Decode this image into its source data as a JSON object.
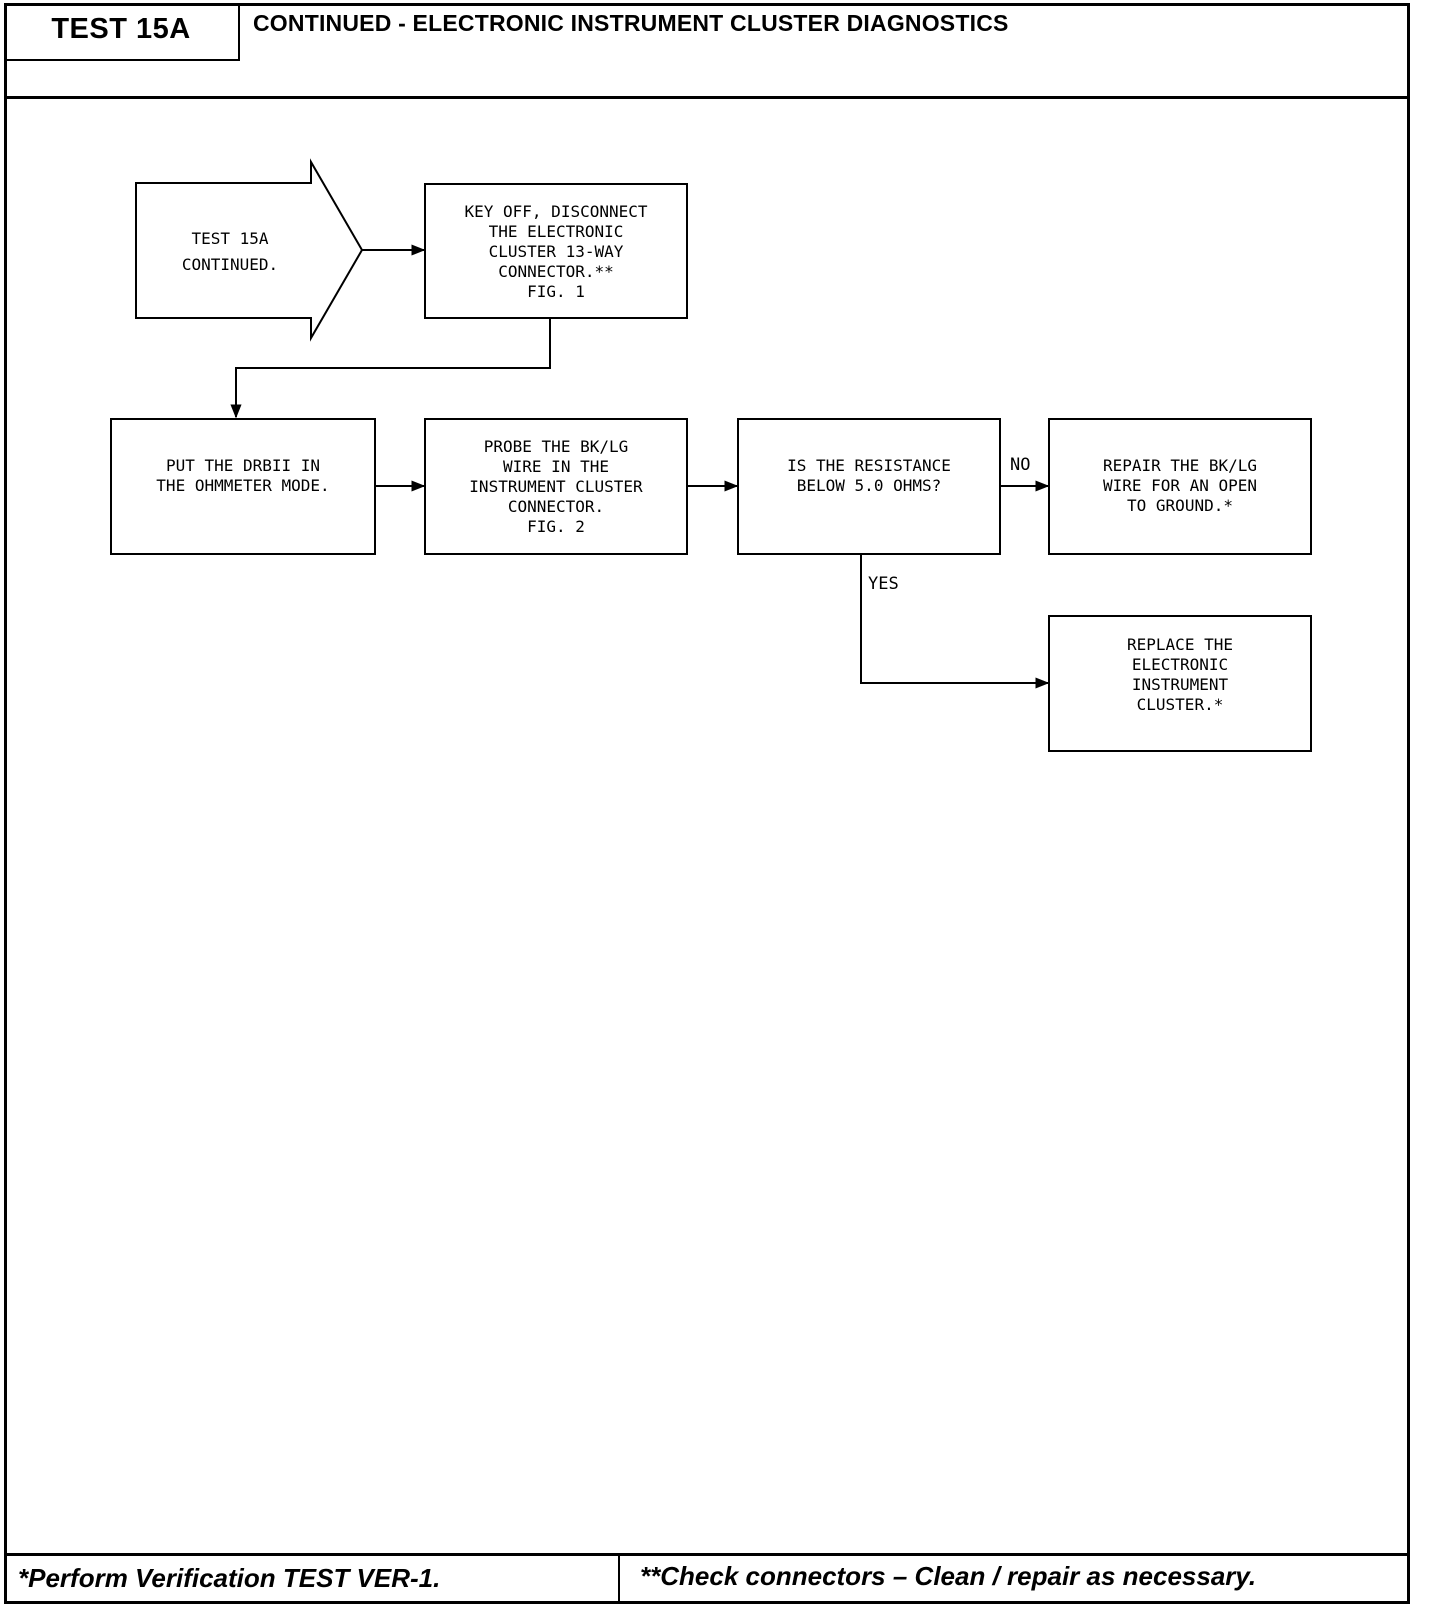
{
  "header": {
    "test_label": "TEST 15A",
    "title": "CONTINUED - ELECTRONIC INSTRUMENT CLUSTER DIAGNOSTICS"
  },
  "flowchart": {
    "start": "TEST 15A\nCONTINUED.",
    "steps": {
      "key_off": "KEY OFF, DISCONNECT\nTHE ELECTRONIC\nCLUSTER 13-WAY\nCONNECTOR.**\nFIG. 1",
      "drbii": "PUT THE DRBII IN\nTHE OHMMETER MODE.",
      "probe": "PROBE THE BK/LG\nWIRE IN THE\nINSTRUMENT CLUSTER\nCONNECTOR.\nFIG. 2",
      "question": "IS THE RESISTANCE\nBELOW 5.0 OHMS?",
      "repair": "REPAIR THE BK/LG\nWIRE FOR AN OPEN\nTO GROUND.*",
      "replace": "REPLACE THE\nELECTRONIC\nINSTRUMENT\nCLUSTER.*"
    },
    "labels": {
      "no": "NO",
      "yes": "YES"
    }
  },
  "footer": {
    "left": "*Perform Verification TEST VER-1.",
    "right": "**Check connectors – Clean / repair as necessary."
  }
}
